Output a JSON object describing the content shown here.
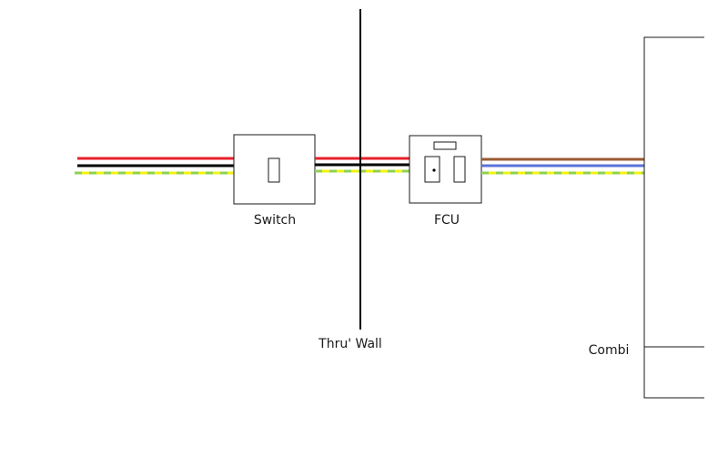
{
  "labels": {
    "switch": "Switch",
    "fcu": "FCU",
    "wall": "Thru' Wall",
    "combi": "Combi"
  },
  "colors": {
    "live_old": "#e8202a",
    "neutral_old": "#000000",
    "earth_yellow": "#f2f213",
    "earth_green": "#8fd14f",
    "live_new": "#9a5a32",
    "neutral_new": "#5a73d8",
    "outline": "#1a1a1a"
  }
}
